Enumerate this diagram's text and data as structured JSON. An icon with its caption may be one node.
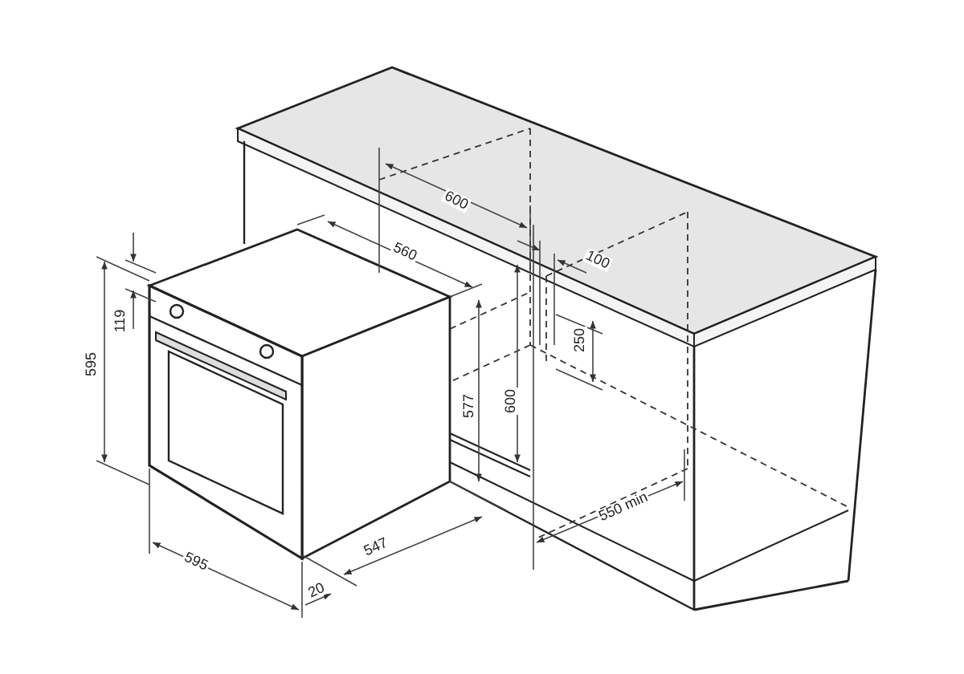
{
  "diagram": {
    "labels": [
      "600",
      "560",
      "100",
      "119",
      "595",
      "250",
      "577",
      "600",
      "550 min",
      "595",
      "547",
      "20"
    ]
  }
}
